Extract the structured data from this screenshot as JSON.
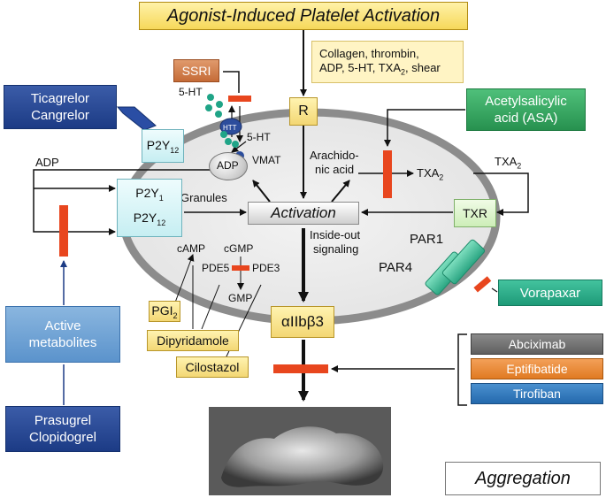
{
  "title": "Agonist-Induced Platelet Activation",
  "agonists": [
    "Collagen, thrombin,",
    "ADP, 5-HT, TXA",
    "2",
    ", shear"
  ],
  "receptor_R": "R",
  "ssri": "SSRI",
  "five_ht_top": "5-HT",
  "five_ht_mid": "5-HT",
  "htt": "HTT",
  "adp_granule": "ADP",
  "vmat": "VMAT",
  "granules_label": "Granules",
  "ticagrelor": [
    "Ticagrelor",
    "Cangrelor"
  ],
  "p2y12_top": [
    "P2Y",
    "12"
  ],
  "adp_left": "ADP",
  "p2y_box": [
    "P2Y",
    "1",
    "P2Y",
    "12"
  ],
  "activation": "Activation",
  "arachidonic": [
    "Arachido-",
    "nic acid"
  ],
  "txa2_inner": [
    "TXA",
    "2"
  ],
  "txa2_outer": [
    "TXA",
    "2"
  ],
  "txr": "TXR",
  "asa": [
    "Acetylsalicylic",
    "acid (ASA)"
  ],
  "inside_out": [
    "Inside-out",
    "signaling"
  ],
  "par1": "PAR1",
  "par4": "PAR4",
  "vorapaxar": "Vorapaxar",
  "camp": "cAMP",
  "cgmp": "cGMP",
  "pde5": "PDE5",
  "pde3": "PDE3",
  "gmp": "GMP",
  "pgi2": [
    "PGI",
    "2"
  ],
  "dipyridamole": "Dipyridamole",
  "cilostazol": "Cilostazol",
  "aiibb3": "αIIbβ3",
  "active_metabolites": [
    "Active",
    "metabolites"
  ],
  "prasugrel": [
    "Prasugrel",
    "Clopidogrel"
  ],
  "gp_inhibitors": [
    "Abciximab",
    "Eptifibatide",
    "Tirofiban"
  ],
  "aggregation": "Aggregation",
  "colors": {
    "inhibitor_bar": "#e8461e",
    "arrow": "#111111",
    "cell_fill": "#ebebeb",
    "cell_border": "#8c8c8c",
    "dots": "#1fa487"
  }
}
